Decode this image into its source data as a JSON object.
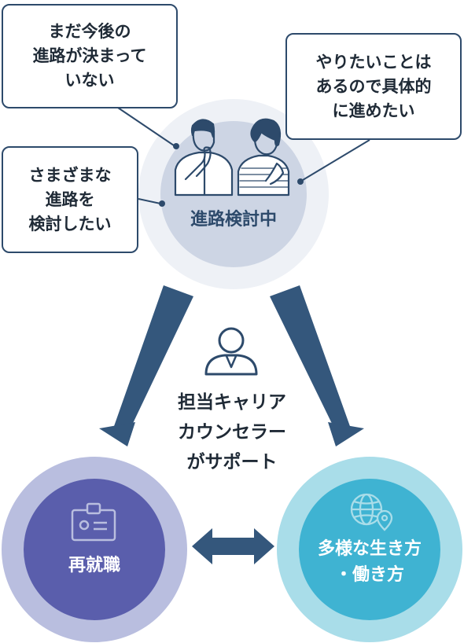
{
  "bubbles": {
    "top_left": [
      "まだ今後の",
      "進路が決まって",
      "いない"
    ],
    "top_right": [
      "やりたいことは",
      "あるので具体的",
      "に進めたい"
    ],
    "mid_left": [
      "さまざまな",
      "進路を",
      "検討したい"
    ]
  },
  "center_label": "進路検討中",
  "counselor": [
    "担当キャリア",
    "カウンセラー",
    "がサポート"
  ],
  "left_circle": "再就職",
  "right_circle": [
    "多様な生き方",
    "・働き方"
  ],
  "colors": {
    "navy": "#2d4a6b",
    "top_outer": "#eef1f6",
    "top_inner": "#cdd5e4",
    "left_outer": "#b9bedf",
    "left_inner": "#5a5eac",
    "right_outer": "#a9dde9",
    "right_inner": "#3fb3d2"
  },
  "icons": {
    "people": "two-people-thinking-icon",
    "counselor": "person-icon",
    "left": "id-card-icon",
    "right": "globe-pin-icon"
  }
}
